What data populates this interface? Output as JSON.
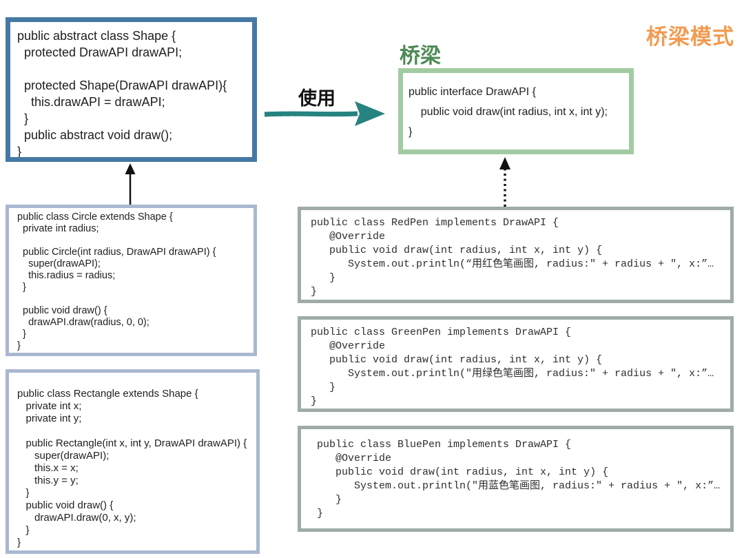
{
  "title": "桥梁模式",
  "labels": {
    "bridge": "桥梁",
    "use": "使用"
  },
  "colors": {
    "shape_border": "#4579a4",
    "subclass_border": "#a9b8d0",
    "interface_border": "#a2cba2",
    "pen_border": "#9faba9",
    "arrow_teal": "#26837f",
    "bridge_green": "#4e8a55",
    "title_orange": "#f29b51"
  },
  "boxes": {
    "shape": {
      "code": "public abstract class Shape {\n  protected DrawAPI drawAPI;\n\n  protected Shape(DrawAPI drawAPI){\n    this.drawAPI = drawAPI;\n  }\n  public abstract void draw();\n}"
    },
    "drawapi": {
      "code": "public interface DrawAPI {\n    public void draw(int radius, int x, int y);\n}"
    },
    "circle": {
      "code": "public class Circle extends Shape {\n  private int radius;\n\n  public Circle(int radius, DrawAPI drawAPI) {\n    super(drawAPI);\n    this.radius = radius;\n  }\n\n  public void draw() {\n    drawAPI.draw(radius, 0, 0);\n  }\n}"
    },
    "rectangle": {
      "code": "public class Rectangle extends Shape {\n   private int x;\n   private int y;\n\n   public Rectangle(int x, int y, DrawAPI drawAPI) {\n      super(drawAPI);\n      this.x = x;\n      this.y = y;\n   }\n   public void draw() {\n      drawAPI.draw(0, x, y);\n   }\n}"
    },
    "redpen": {
      "code": "public class RedPen implements DrawAPI {\n   @Override\n   public void draw(int radius, int x, int y) {\n      System.out.println(“用红色笔画图, radius:\" + radius + \", x:”…\n   }\n}"
    },
    "greenpen": {
      "code": "public class GreenPen implements DrawAPI {\n   @Override\n   public void draw(int radius, int x, int y) {\n      System.out.println(\"用绿色笔画图, radius:\" + radius + \", x:”…\n   }\n}"
    },
    "bluepen": {
      "code": " public class BluePen implements DrawAPI {\n    @Override\n    public void draw(int radius, int x, int y) {\n       System.out.println(\"用蓝色笔画图, radius:\" + radius + \", x:”…\n    }\n }"
    }
  }
}
